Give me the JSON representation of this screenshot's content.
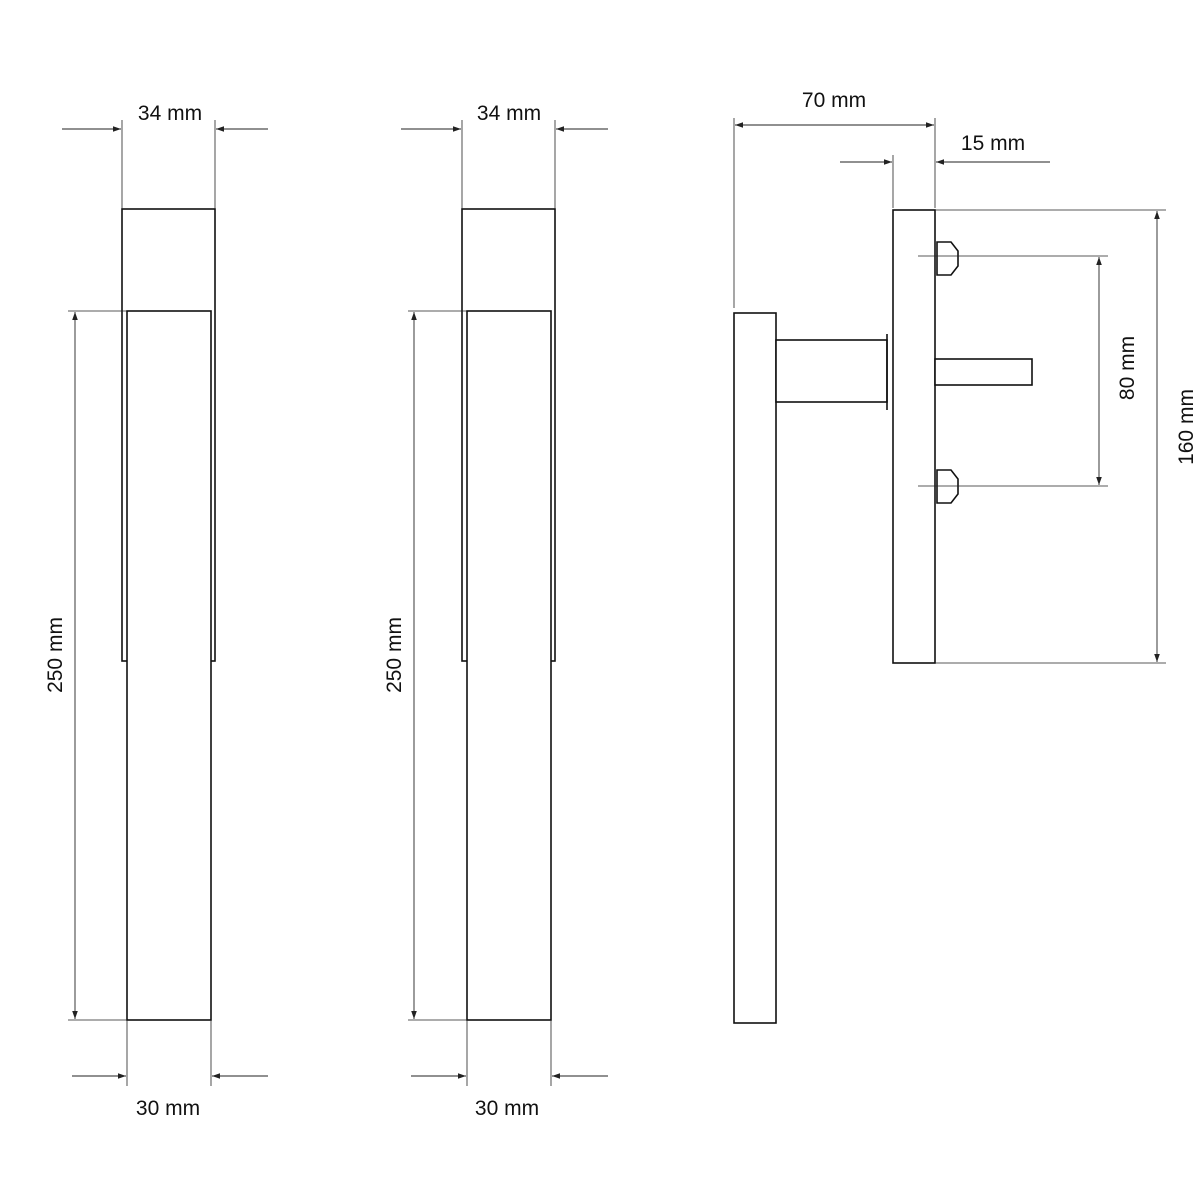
{
  "front_view_left": {
    "top_width_label": "34 mm",
    "length_label": "250 mm",
    "bottom_width_label": "30 mm"
  },
  "front_view_right": {
    "top_width_label": "34 mm",
    "length_label": "250 mm",
    "bottom_width_label": "30 mm"
  },
  "side_view": {
    "projection_label": "70 mm",
    "rose_thickness_label": "15 mm",
    "screw_spacing_label": "80 mm",
    "rose_height_label": "160 mm"
  }
}
